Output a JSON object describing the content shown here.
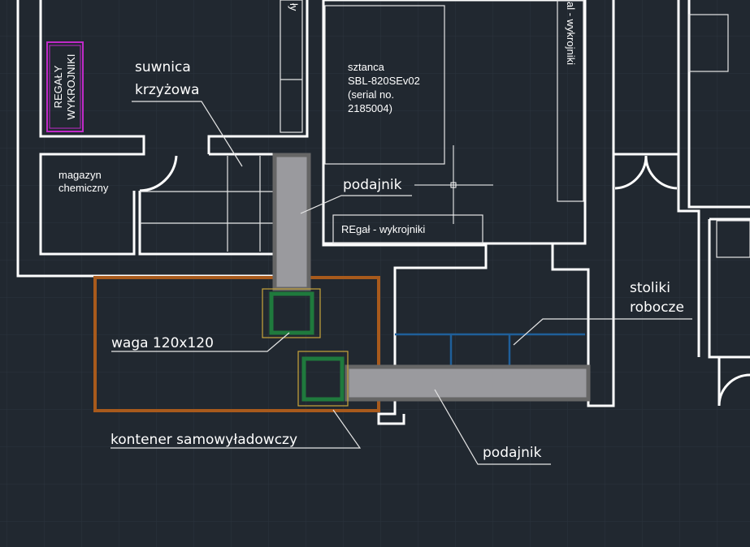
{
  "drawing": {
    "labels": {
      "regaly_line1": "REGAŁY",
      "regaly_line2": "WYKROJNIKI",
      "suwnica_line1": "suwnica",
      "suwnica_line2": "krzyżowa",
      "magazyn_line1": "magazyn",
      "magazyn_line2": "chemiczny",
      "sztanca_line1": "sztanca",
      "sztanca_line2": "SBL-820SEv02",
      "sztanca_line3": "(serial no.",
      "sztanca_line4": "2185004)",
      "podajnik_top": "podajnik",
      "regal_wykrojniki": "REgał - wykrojniki",
      "regal_vertical": "al - wykrojniki",
      "top_fragment": "ły",
      "stoliki_line1": "stoliki",
      "stoliki_line2": "robocze",
      "waga": "waga 120x120",
      "kontener": "kontener samowyładowczy",
      "podajnik_bottom": "podajnik"
    },
    "colors": {
      "background": "#212830",
      "wall": "#ffffff",
      "regaly": "#c02ac8",
      "container": "#a85a1c",
      "scale_green": "#1f7a3d",
      "scale_frame": "#c9a53a",
      "conveyor": "#9a9a9e",
      "tables": "#1f5f9a"
    }
  }
}
